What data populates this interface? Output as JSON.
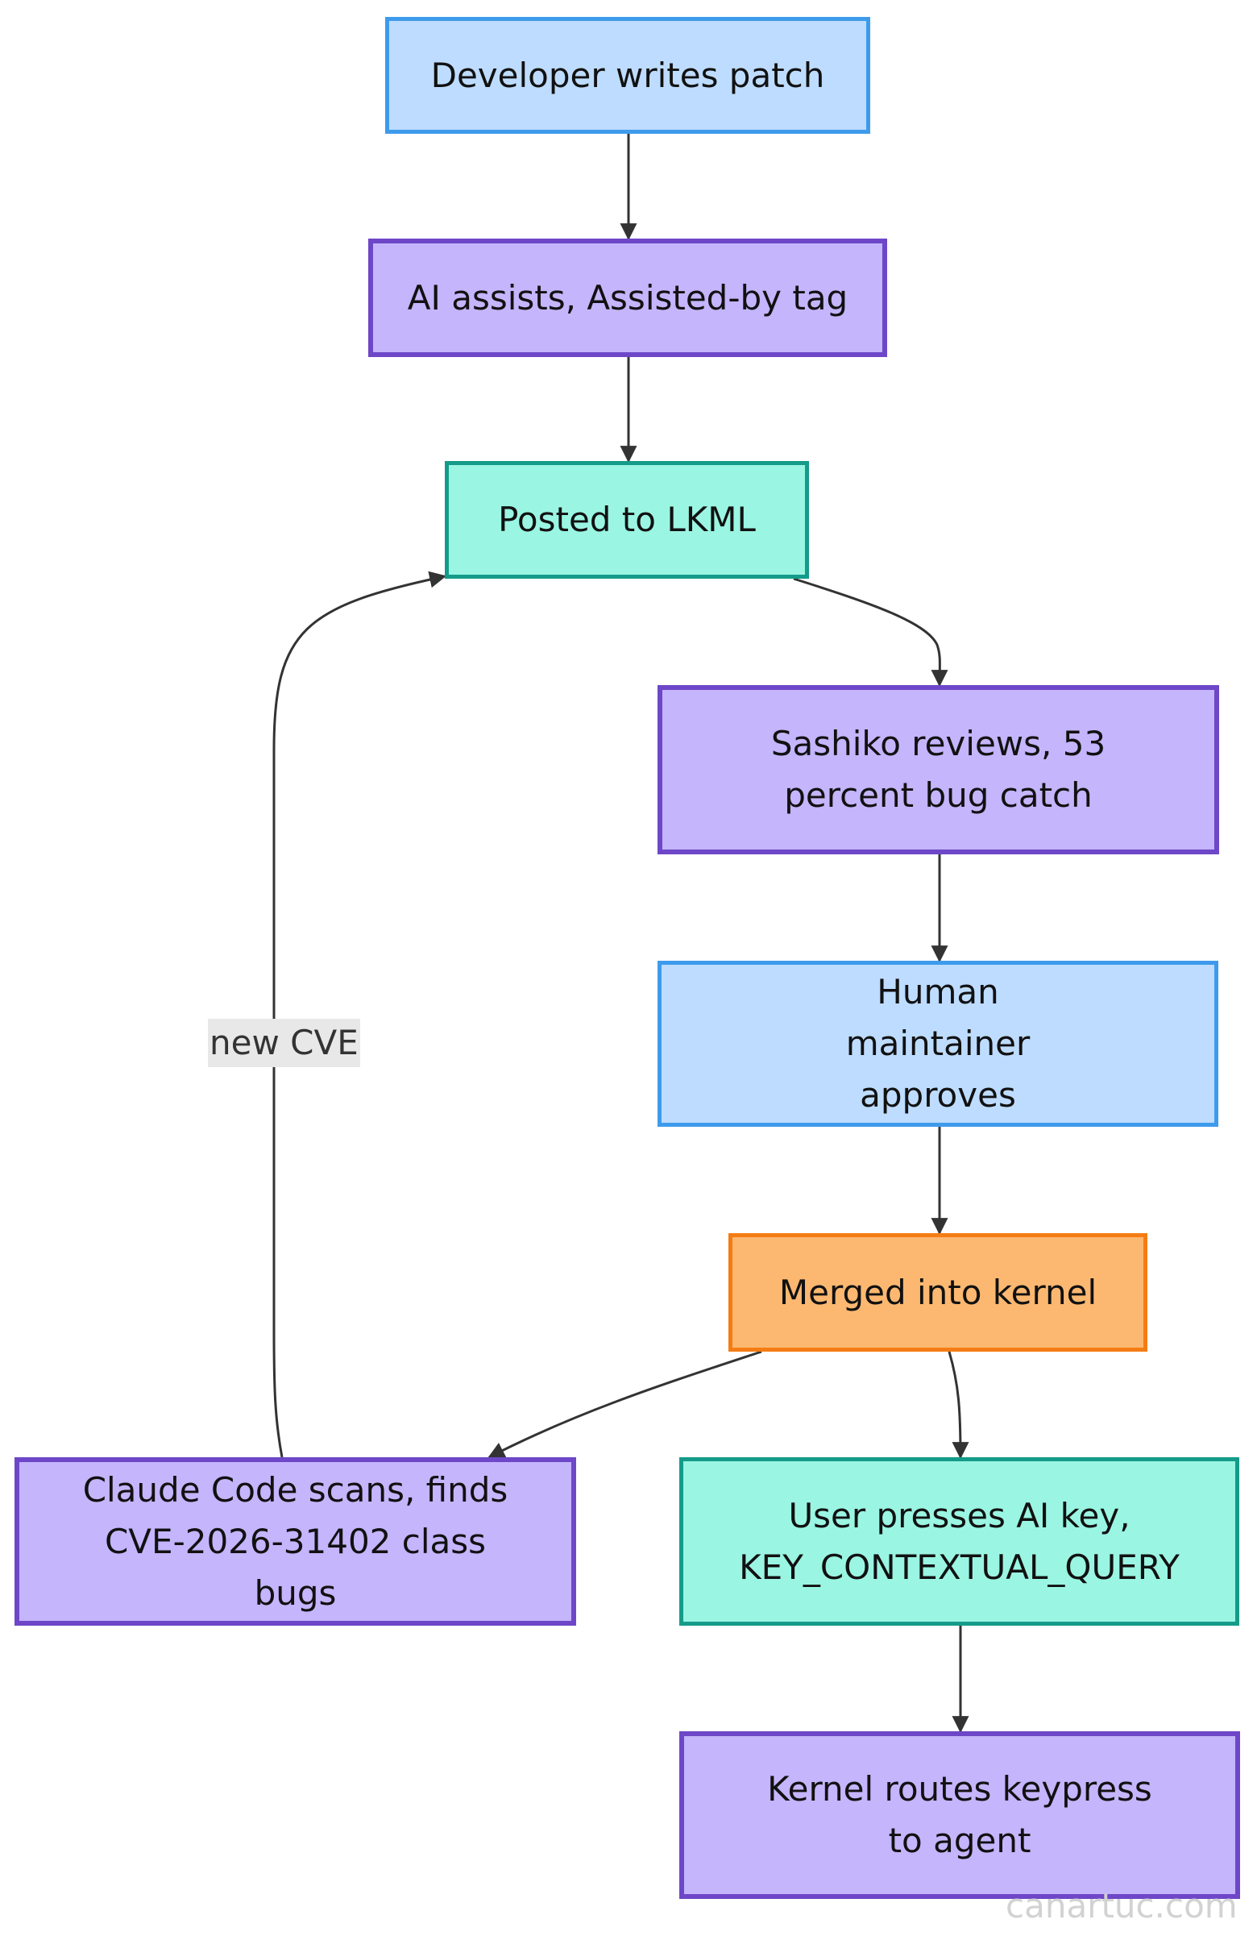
{
  "diagram": {
    "nodes": {
      "developer": "Developer writes patch",
      "ai_assists": "AI assists, Assisted-by tag",
      "lkml": "Posted to LKML",
      "sashiko": "Sashiko reviews, 53 percent bug catch",
      "maintainer": "Human maintainer approves",
      "merged": "Merged into kernel",
      "claude": "Claude Code scans, finds CVE-2026-31402 class bugs",
      "user_key": "User presses AI key, KEY_CONTEXTUAL_QUERY",
      "routes": "Kernel routes keypress to agent"
    },
    "edge_labels": {
      "new_cve": "new CVE"
    },
    "edges": [
      [
        "developer",
        "ai_assists"
      ],
      [
        "ai_assists",
        "lkml"
      ],
      [
        "lkml",
        "sashiko"
      ],
      [
        "sashiko",
        "maintainer"
      ],
      [
        "maintainer",
        "merged"
      ],
      [
        "merged",
        "claude"
      ],
      [
        "merged",
        "user_key"
      ],
      [
        "user_key",
        "routes"
      ],
      [
        "claude",
        "lkml",
        "new CVE"
      ]
    ],
    "colors": {
      "blue_fill": "#bedcff",
      "blue_stroke": "#3e9bec",
      "purple_fill": "#c4b5fc",
      "purple_stroke": "#6d47c8",
      "teal_fill": "#9bf5e3",
      "teal_stroke": "#149b89",
      "orange_fill": "#fcb870",
      "orange_stroke": "#f47c14",
      "edge": "#333333"
    }
  },
  "watermark": "canartuc.com"
}
